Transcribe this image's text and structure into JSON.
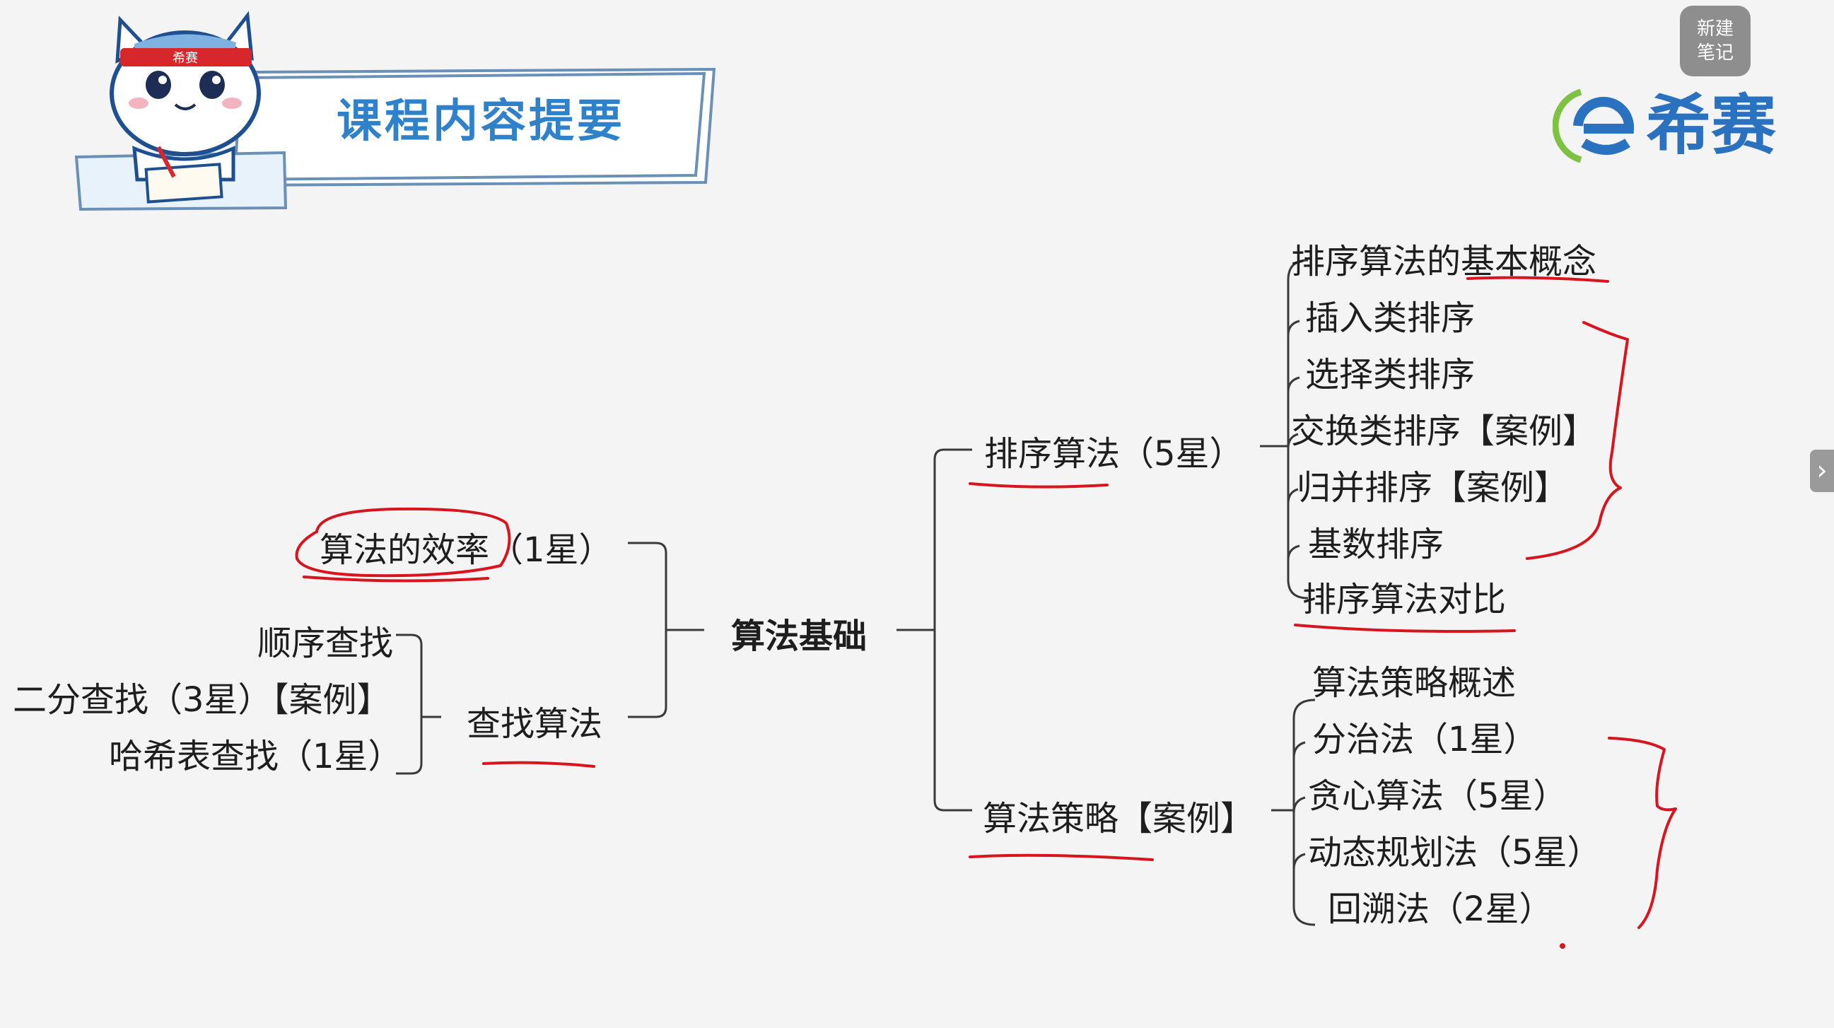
{
  "header": {
    "title": "课程内容提要"
  },
  "brand": {
    "logo_text": "希赛",
    "mascot_headband": "希赛",
    "accent": "#2f82c9",
    "ink": "#d8151f"
  },
  "controls": {
    "new_note_line1": "新建",
    "new_note_line2": "笔记",
    "next_page": "›"
  },
  "mindmap": {
    "root": "算法基础",
    "efficiency": {
      "name": "算法的效率",
      "stars": "（1星）"
    },
    "search": {
      "label": "查找算法",
      "children": [
        "顺序查找",
        "二分查找（3星）【案例】",
        "哈希表查找（1星）"
      ]
    },
    "sorting": {
      "label": "排序算法（5星）",
      "children": [
        "排序算法的基本概念",
        "插入类排序",
        "选择类排序",
        "交换类排序【案例】",
        "归并排序【案例】",
        "基数排序",
        "排序算法对比"
      ]
    },
    "strategy": {
      "label": "算法策略【案例】",
      "children": [
        "算法策略概述",
        "分治法（1星）",
        "贪心算法（5星）",
        "动态规划法（5星）",
        "回溯法（2星）"
      ]
    }
  }
}
